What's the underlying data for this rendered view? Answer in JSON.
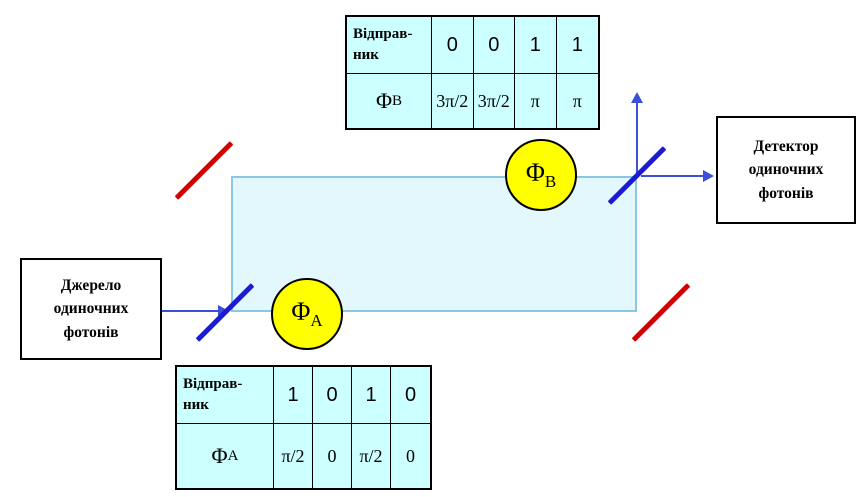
{
  "colors": {
    "table_bg": "#ccffff",
    "interferometer_fill": "#e2f8fd",
    "interferometer_border": "#8cc6e6",
    "mirror": "#d40000",
    "beamsplitter": "#1b1bd1",
    "beam_arrow": "#3a50d9",
    "modulator_fill": "#ffff00",
    "modulator_border": "#000000"
  },
  "source_box": {
    "label": "Джерело\nодиночних\nфотонів"
  },
  "detector_box": {
    "label": "Детектор\nодиночних\nфотонів"
  },
  "modulators": {
    "a": {
      "symbol": "Φ",
      "sub": "A"
    },
    "b": {
      "symbol": "Φ",
      "sub": "B"
    }
  },
  "tables": {
    "top": {
      "header_label": "Відправ-\nник",
      "bits": [
        "0",
        "0",
        "1",
        "1"
      ],
      "phase_symbol": "Φ",
      "phase_sub": "B",
      "phases": [
        "3π/2",
        "3π/2",
        "π",
        "π"
      ]
    },
    "bottom": {
      "header_label": "Відправ-\nник",
      "bits": [
        "1",
        "0",
        "1",
        "0"
      ],
      "phase_symbol": "Φ",
      "phase_sub": "A",
      "phases": [
        "π/2",
        "0",
        "π/2",
        "0"
      ]
    }
  }
}
